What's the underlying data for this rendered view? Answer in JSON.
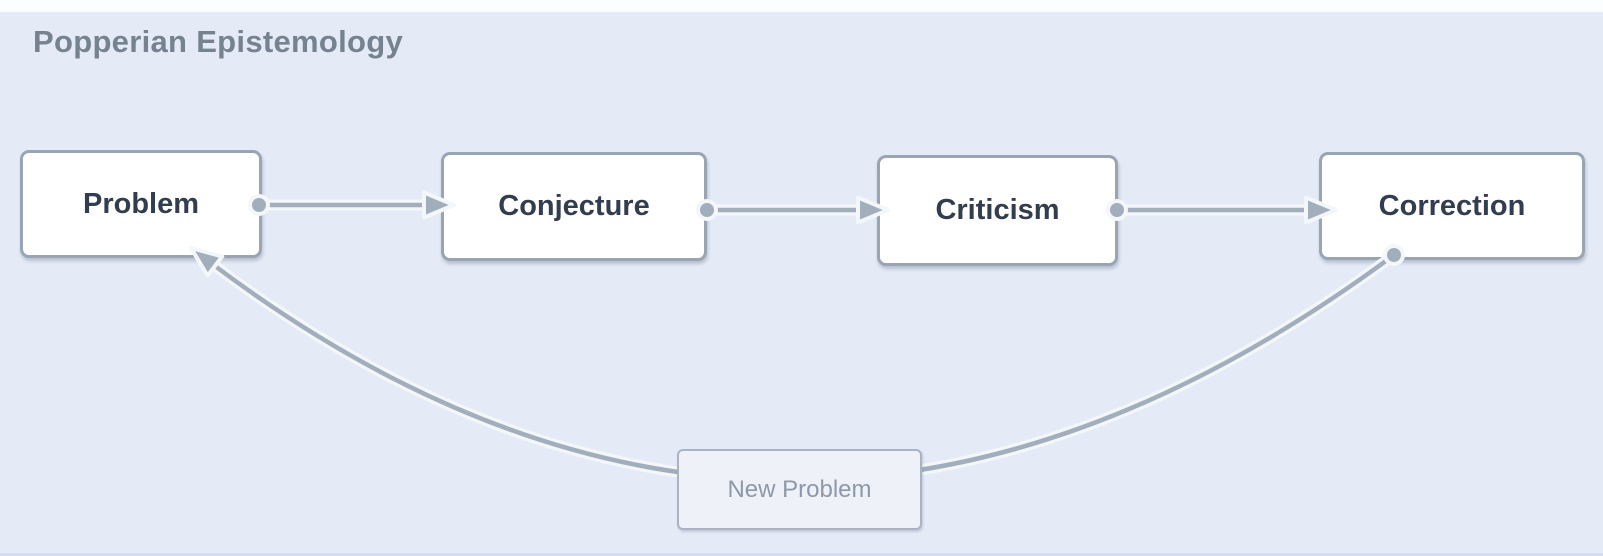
{
  "title": "Popperian Epistemology",
  "nodes": [
    {
      "id": "problem",
      "label": "Problem"
    },
    {
      "id": "conjecture",
      "label": "Conjecture"
    },
    {
      "id": "criticism",
      "label": "Criticism"
    },
    {
      "id": "correction",
      "label": "Correction"
    },
    {
      "id": "new_problem",
      "label": "New Problem"
    }
  ],
  "edges": [
    {
      "from": "Problem",
      "to": "Conjecture",
      "style": "straight-arrow"
    },
    {
      "from": "Conjecture",
      "to": "Criticism",
      "style": "straight-arrow"
    },
    {
      "from": "Criticism",
      "to": "Correction",
      "style": "straight-arrow"
    },
    {
      "from": "Correction",
      "to": "Problem",
      "via": "New Problem",
      "style": "curved-arrow"
    }
  ],
  "colors": {
    "background": "#e4eaf6",
    "node_fill": "#ffffff",
    "node_border": "#9aa5b3",
    "node_text": "#323e4e",
    "connector": "#a3aebc",
    "connector_casing": "#f4f7fa",
    "title_text": "#76828f",
    "new_problem_fill": "#eef1f8",
    "new_problem_text": "#8d99a9"
  }
}
